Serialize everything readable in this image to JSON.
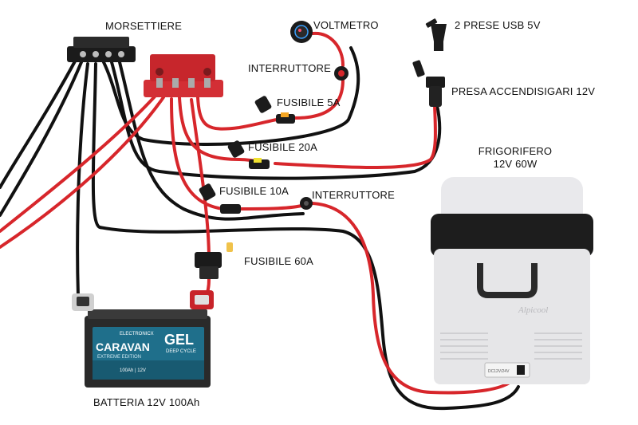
{
  "labels": {
    "morsettiere": "MORSETTIERE",
    "voltmetro": "VOLTMETRO",
    "usb": "2 PRESE USB 5V",
    "interruttore_1": "INTERRUTTORE",
    "presa": "PRESA ACCENDISIGARI 12V",
    "fusibile_5a": "FUSIBILE 5A",
    "fusibile_20a": "FUSIBILE 20A",
    "frigorifero": "FRIGORIFERO",
    "frigorifero_spec": "12V 60W",
    "fusibile_10a": "FUSIBILE 10A",
    "interruttore_2": "INTERRUTTORE",
    "fusibile_60a": "FUSIBILE 60A",
    "batteria": "BATTERIA 12V 100Ah"
  },
  "battery": {
    "brand": "ELECTRONICX",
    "model": "CARAVAN",
    "subtitle": "EXTREME EDITION",
    "type": "GEL",
    "cycle": "DEEP CYCLE",
    "specs": "100Ah | 12V"
  },
  "fridge": {
    "brand": "Alpicool",
    "panel": "DC12V/24V"
  },
  "colors": {
    "wire_red": "#d7262b",
    "wire_black": "#111111",
    "busbar_red": "#d32f35",
    "busbar_black": "#1b1b1b",
    "battery_body": "#2a2a2a",
    "battery_label": "#1f6f8b",
    "fridge_body": "#e6e6e8",
    "fridge_lid": "#1d1d1d"
  }
}
